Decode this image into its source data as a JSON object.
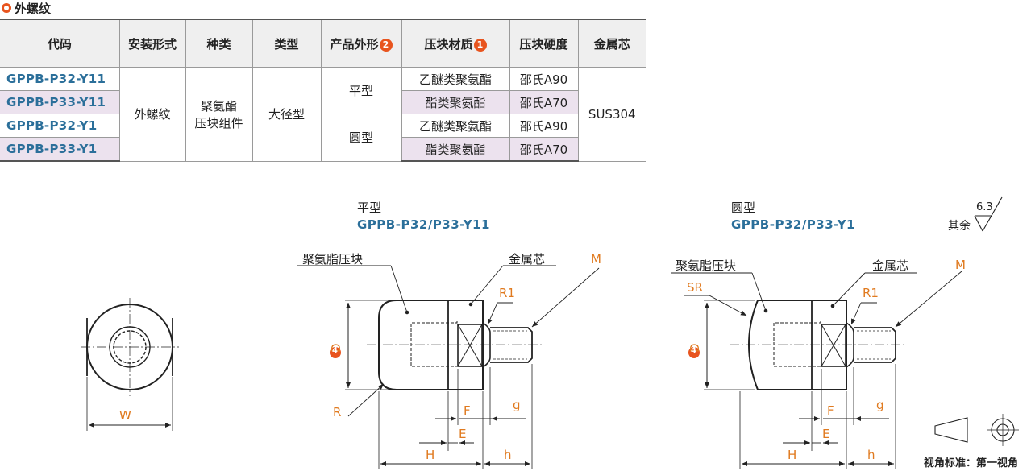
{
  "section": {
    "title": "外螺纹"
  },
  "table": {
    "headers": [
      "代码",
      "安装形式",
      "种类",
      "类型",
      "产品外形",
      "压块材质",
      "压块硬度",
      "金属芯"
    ],
    "header_badges": {
      "shape": "2",
      "material": "1"
    },
    "codes": [
      "GPPB-P32-Y11",
      "GPPB-P33-Y11",
      "GPPB-P32-Y1",
      "GPPB-P33-Y1"
    ],
    "install": "外螺纹",
    "kind_line1": "聚氨酯",
    "kind_line2": "压块组件",
    "type": "大径型",
    "shapes": [
      "平型",
      "圆型"
    ],
    "materials": [
      "乙醚类聚氨酯",
      "酯类聚氨酯",
      "乙醚类聚氨酯",
      "酯类聚氨酯"
    ],
    "hardness": [
      "邵氏A90",
      "邵氏A70",
      "邵氏A90",
      "邵氏A70"
    ],
    "core": "SUS304"
  },
  "drawing_flat": {
    "title": "平型",
    "code": "GPPB-P32/P33-Y11",
    "label_pad": "聚氨脂压块",
    "label_core": "金属芯"
  },
  "drawing_round": {
    "title": "圆型",
    "code": "GPPB-P32/P33-Y1",
    "label_pad": "聚氨脂压块",
    "label_core": "金属芯"
  },
  "dims": {
    "M": "M",
    "R1": "R1",
    "R": "R",
    "SR": "SR",
    "D": "D",
    "D_badge": "4",
    "F": "F",
    "g": "g",
    "E": "E",
    "H": "H",
    "h": "h",
    "W": "W"
  },
  "roughness": {
    "prefix": "其余",
    "value": "6.3"
  },
  "projection": {
    "label": "视角标准：第一视角"
  },
  "colors": {
    "accent": "#e8541e",
    "code_blue": "#2b6f9a",
    "dim_orange": "#e07a1f",
    "row_shade": "#ece2ee"
  }
}
